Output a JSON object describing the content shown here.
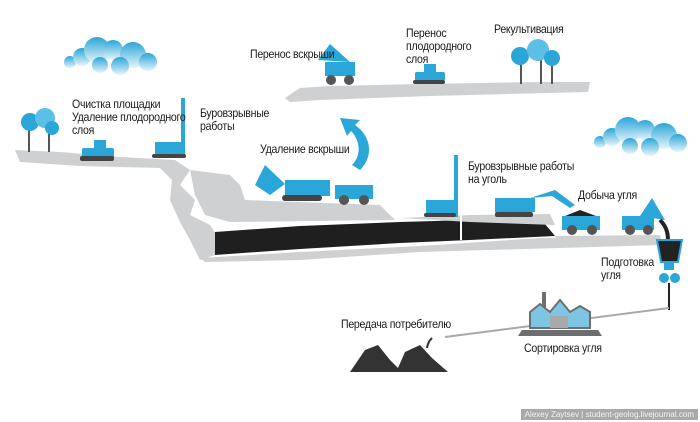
{
  "title": "Coal open-pit mining process",
  "colors": {
    "equipment": "#2aa6d8",
    "ground": "#cfd0d2",
    "coal_seam": "#1f1f1f",
    "cloud": "#49b5dc",
    "building": "#7dc5e3",
    "text": "#1a1a1a"
  },
  "stages": [
    {
      "id": "clearing",
      "label": "Очистка площадки\nУдаление плодородного\nслоя",
      "icon": "bulldozer-icon"
    },
    {
      "id": "drilling",
      "label": "Буровзрывные\nработы",
      "icon": "drill-rig-icon"
    },
    {
      "id": "overburden_transfer",
      "label": "Перенос вскрыши",
      "icon": "dump-truck-icon"
    },
    {
      "id": "topsoil_transfer",
      "label": "Перенос\nплодородного\nслоя",
      "icon": "bulldozer-icon"
    },
    {
      "id": "reclamation",
      "label": "Рекультивация",
      "icon": "trees-icon"
    },
    {
      "id": "overburden_removal",
      "label": "Удаление вскрыши",
      "icon": "excavator-icon"
    },
    {
      "id": "coal_blasting",
      "label": "Буровзрывные работы\nна уголь",
      "icon": "drill-rig-icon"
    },
    {
      "id": "coal_mining",
      "label": "Добыча угля",
      "icon": "excavator-icon"
    },
    {
      "id": "coal_preparation",
      "label": "Подготовка\nугля",
      "icon": "crusher-icon"
    },
    {
      "id": "coal_sorting",
      "label": "Сортировка угля",
      "icon": "factory-icon"
    },
    {
      "id": "consumer_delivery",
      "label": "Передача потребителю",
      "icon": "coal-pile-icon"
    }
  ],
  "credit": "Alexey Zaytsev | student-geolog.livejournal.com"
}
